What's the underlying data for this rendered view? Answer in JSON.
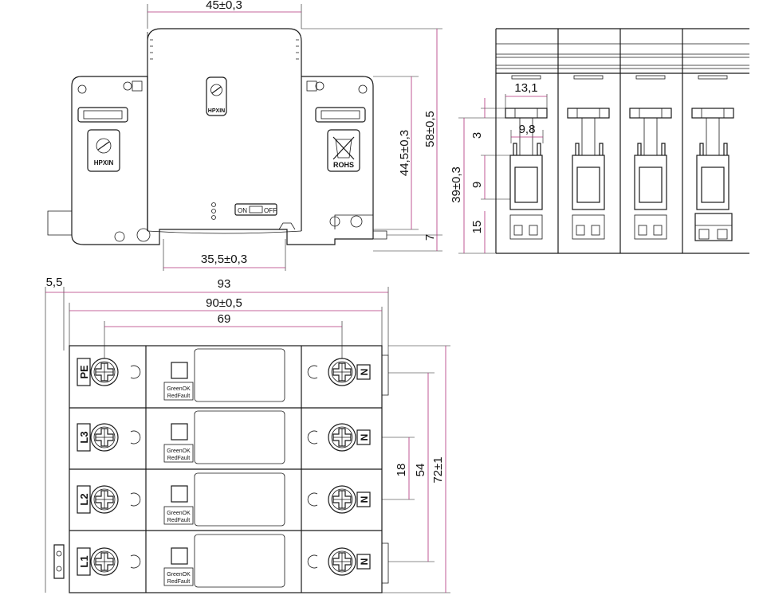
{
  "dimensions": {
    "top_width": "45±0,3",
    "height_44": "44,5±0,3",
    "height_58": "58±0,5",
    "rail_offset": "7",
    "rail_width": "35,5±0,3",
    "side_13": "13,1",
    "side_98": "9,8",
    "side_3": "3",
    "side_9": "9",
    "side_15": "15",
    "side_39": "39±0,3",
    "front_55": "5,5",
    "front_93": "93",
    "front_90": "90±0,5",
    "front_69": "69",
    "front_18": "18",
    "front_54": "54",
    "front_72": "72±1"
  },
  "module": {
    "brand": "HPXIN",
    "rohs": "ROHS",
    "switch_on": "ON",
    "switch_off": "OFF"
  },
  "poles": [
    {
      "label": "PE",
      "indicator": "#ffffff",
      "status_line1": "GreenOK",
      "status_line2": "RedFault",
      "neutral": "N"
    },
    {
      "label": "L3",
      "indicator": "#ffffff",
      "status_line1": "GreenOK",
      "status_line2": "RedFault",
      "neutral": "N"
    },
    {
      "label": "L2",
      "indicator": "#22dd33",
      "status_line1": "GreenOK",
      "status_line2": "RedFault",
      "neutral": "N"
    },
    {
      "label": "L1",
      "indicator": "#22dd33",
      "status_line1": "GreenOK",
      "status_line2": "RedFault",
      "neutral": "N"
    }
  ],
  "colors": {
    "dimension_line": "#b0307a",
    "outline": "#1a1a1a",
    "ok_green": "#22dd33"
  }
}
